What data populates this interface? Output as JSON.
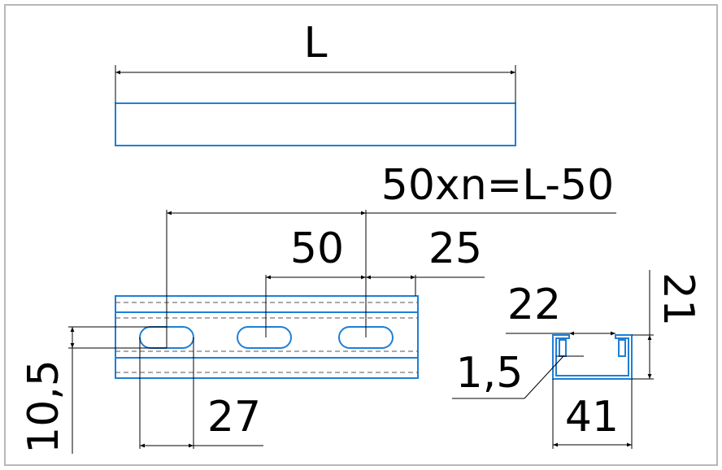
{
  "diagram": {
    "title": "",
    "dimensions": {
      "length": "L",
      "pitch_formula": "50xn=L-50",
      "pitch": "50",
      "end_offset": "25",
      "slot_length": "27",
      "slot_height": "10,5",
      "profile_inner_width": "22",
      "profile_height": "21",
      "wall_thickness": "1,5",
      "profile_width": "41"
    }
  },
  "colors": {
    "part_line": "#1e7fd6",
    "dimension_line": "#000000",
    "hidden_line": "#555555",
    "frame": "#b8b8b8",
    "background": "#ffffff"
  }
}
